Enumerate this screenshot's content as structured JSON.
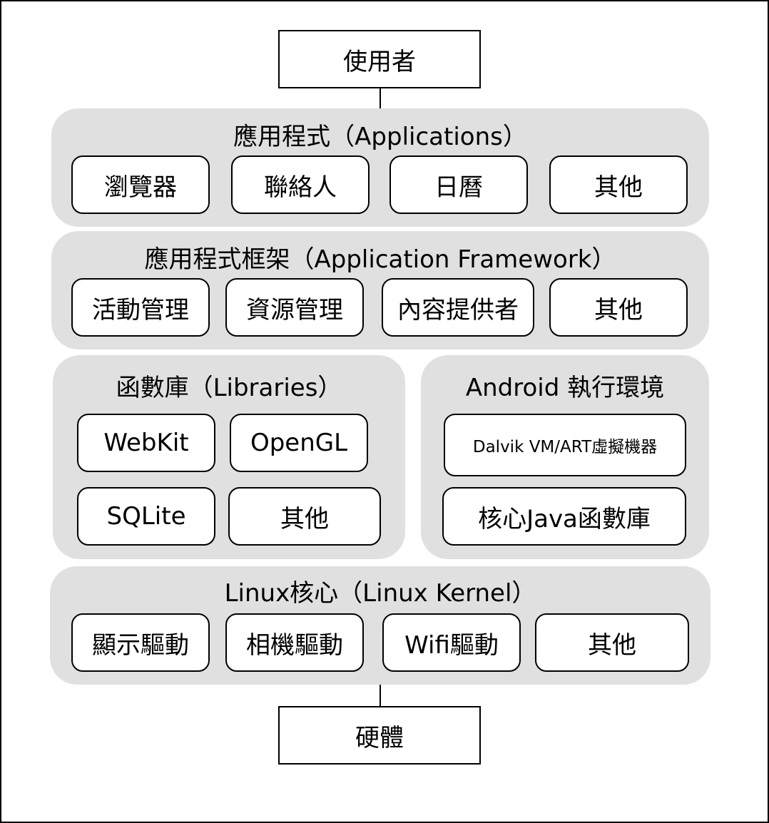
{
  "top_box": "使用者",
  "bottom_box": "硬體",
  "applications": {
    "title": "應用程式（Applications）",
    "items": [
      "瀏覽器",
      "聯絡人",
      "日曆",
      "其他"
    ]
  },
  "framework": {
    "title": "應用程式框架（Application Framework）",
    "items": [
      "活動管理",
      "資源管理",
      "內容提供者",
      "其他"
    ]
  },
  "libraries": {
    "title": "函數庫（Libraries）",
    "items": [
      "WebKit",
      "OpenGL",
      "SQLite",
      "其他"
    ]
  },
  "runtime": {
    "title": "Android 執行環境",
    "items": [
      "Dalvik VM/ART虛擬機器",
      "核心Java函數庫"
    ]
  },
  "kernel": {
    "title": "Linux核心（Linux Kernel）",
    "items": [
      "顯示驅動",
      "相機驅動",
      "Wifi驅動",
      "其他"
    ]
  },
  "colors": {
    "layer_fill": "#e0e0e0",
    "box_fill": "#ffffff",
    "stroke": "#000000"
  }
}
